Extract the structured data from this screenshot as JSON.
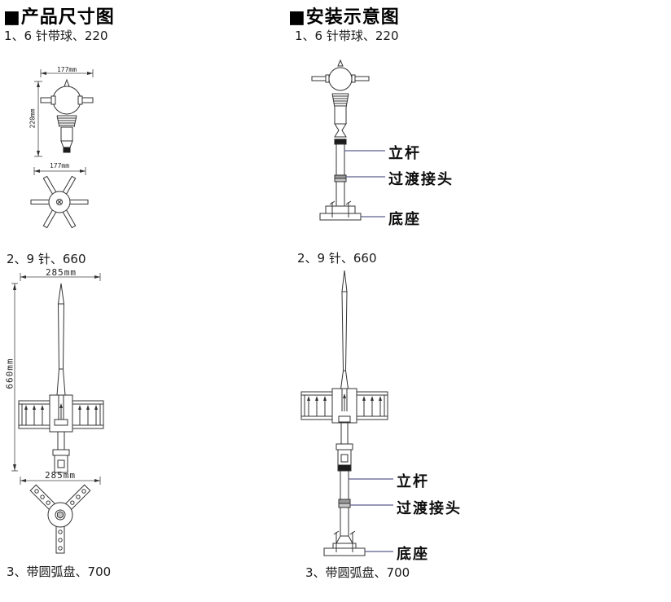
{
  "left_panel": {
    "title": "■产品尺寸图",
    "item1_label": "1、6 针带球、220",
    "item2_label": "2、9 针、660",
    "item3_label": "3、带圆弧盘、700",
    "side_view_1": {
      "width_dim": "177mm",
      "height_dim": "220mm"
    },
    "top_view_1": {
      "width_dim": "177mm"
    },
    "side_view_2": {
      "width_dim": "285mm",
      "height_dim": "660mm"
    },
    "top_view_2": {
      "width_dim": "285mm"
    }
  },
  "right_panel": {
    "title": "■安装示意图",
    "item1_label": "1、6 针带球、220",
    "item2_label": "2、9 针、660",
    "item3_label": "3、带圆弧盘、700",
    "callouts": {
      "pole": "立杆",
      "joint": "过渡接头",
      "base": "底座"
    }
  },
  "colors": {
    "drawing_line": "#333333",
    "leader_line": "#5c5c8e",
    "text": "#111111"
  }
}
